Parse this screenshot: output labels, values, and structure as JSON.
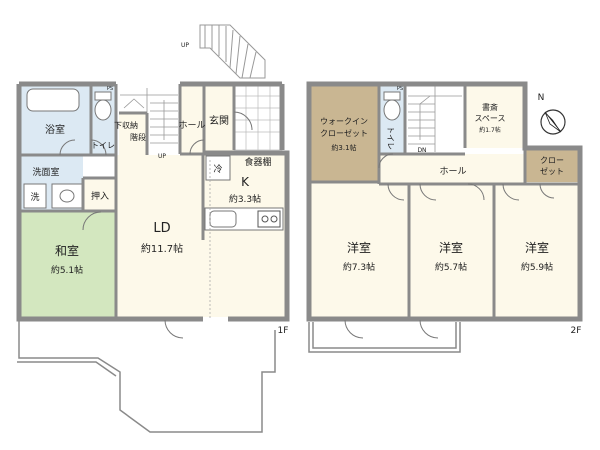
{
  "floor1": {
    "label": "1F",
    "rooms": {
      "bath": "浴室",
      "toilet": "トイレ",
      "storage_under_stairs": "下収納",
      "stairs": "階段",
      "hall": "ホール",
      "entrance": "玄関",
      "washroom": "洗面室",
      "washer": "洗",
      "oshiire": "押入",
      "washitsu": "和室",
      "washitsu_size": "約5.1帖",
      "ld": "LD",
      "ld_size": "約11.7帖",
      "fridge": "冷",
      "cupboard": "食器棚",
      "kitchen": "K",
      "kitchen_size": "約3.3帖",
      "ps": "PS",
      "up": "UP",
      "outside_up": "UP"
    }
  },
  "floor2": {
    "label": "2F",
    "rooms": {
      "walkin": "ウォークイン\nクローゼット",
      "walkin_size": "約3.1帖",
      "toilet": "トイレ",
      "dn": "DN",
      "study": "書斎\nスペース",
      "study_size": "約1.7帖",
      "hall": "ホール",
      "closet": "クロー\nゼット",
      "room1": "洋室",
      "room1_size": "約7.3帖",
      "room2": "洋室",
      "room2_size": "約5.7帖",
      "room3": "洋室",
      "room3_size": "約5.9帖",
      "ps": "PS"
    }
  },
  "compass": {
    "label": "N"
  },
  "colors": {
    "wall": "#8a8a8a",
    "floor": "#fdf9ea",
    "wet": "#dce9f3",
    "tatami": "#d3e7bf",
    "walkin": "#c9b692",
    "stair": "#ffffff"
  }
}
